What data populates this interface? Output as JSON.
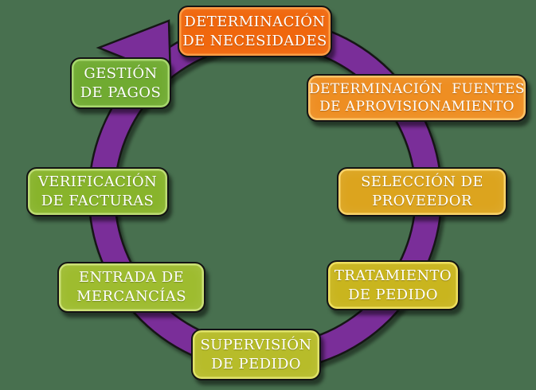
{
  "background_color": "#48704F",
  "text_color": "#FFFFFF",
  "ring": {
    "color": "#7A2D99",
    "outline_color": "#141414"
  },
  "steps": [
    {
      "id": "determinacion-necesidades",
      "lines": [
        "DETERMINACIÓN",
        "DE NECESIDADES"
      ],
      "color": "#F0670D",
      "rim": "#FF9D45"
    },
    {
      "id": "determinacion-fuentes-aprovisionamiento",
      "lines": [
        "DETERMINACIÓN  FUENTES",
        "DE APROVISIONAMIENTO"
      ],
      "color": "#EE8E22",
      "rim": "#FFC468"
    },
    {
      "id": "seleccion-proveedor",
      "lines": [
        "SELECCIÓN DE",
        "PROVEEDOR"
      ],
      "color": "#DCA41E",
      "rim": "#F8D36A"
    },
    {
      "id": "tratamiento-pedido",
      "lines": [
        "TRATAMIENTO",
        "DE PEDIDO"
      ],
      "color": "#C9B51E",
      "rim": "#EEDF5E"
    },
    {
      "id": "supervision-pedido",
      "lines": [
        "SUPERVISIÓN",
        "DE PEDIDO"
      ],
      "color": "#B7BC2A",
      "rim": "#DFE268"
    },
    {
      "id": "entrada-mercancias",
      "lines": [
        "ENTRADA DE",
        "MERCANCÍAS"
      ],
      "color": "#9EBC2F",
      "rim": "#CBE077"
    },
    {
      "id": "verificacion-facturas",
      "lines": [
        "VERIFICACIÓN",
        "DE FACTURAS"
      ],
      "color": "#88B42B",
      "rim": "#BCDC73"
    },
    {
      "id": "gestion-pagos",
      "lines": [
        "GESTIÓN",
        "DE PAGOS"
      ],
      "color": "#70AB31",
      "rim": "#A8D86E"
    }
  ]
}
